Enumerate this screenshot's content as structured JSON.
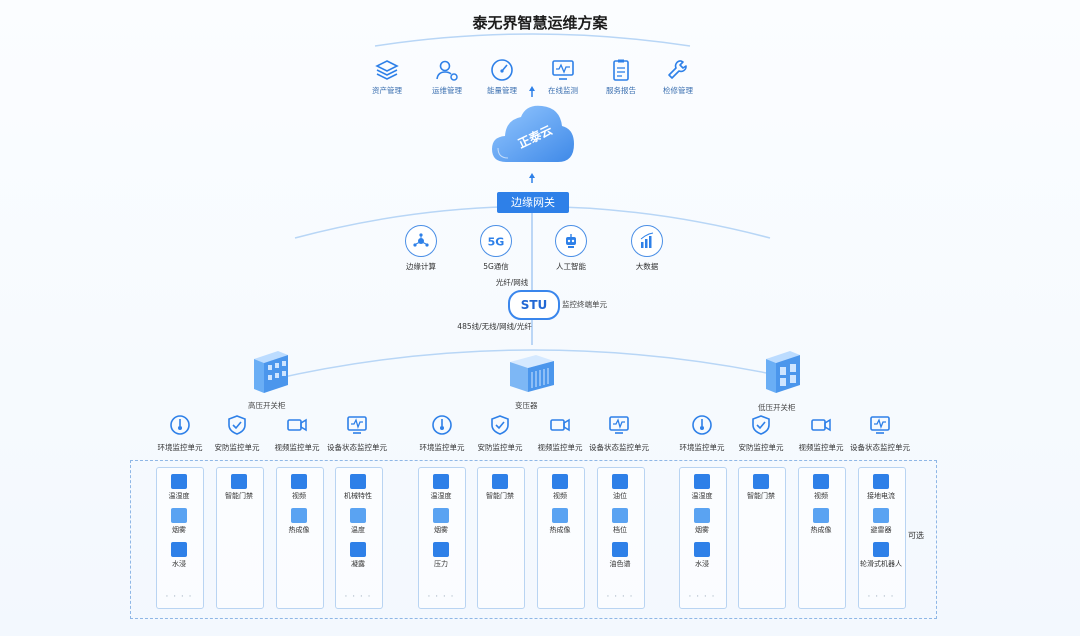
{
  "title": "泰无界智慧运维方案",
  "top_services": [
    {
      "label": "资产管理",
      "icon": "stack-icon"
    },
    {
      "label": "运维管理",
      "icon": "user-gear-icon"
    },
    {
      "label": "能量管理",
      "icon": "gauge-icon"
    },
    {
      "label": "在线监测",
      "icon": "monitor-wave-icon"
    },
    {
      "label": "服务报告",
      "icon": "clipboard-icon"
    },
    {
      "label": "检修管理",
      "icon": "wrench-icon"
    }
  ],
  "cloud_label": "正泰云",
  "gateway_label": "边缘网关",
  "mid_features": [
    {
      "label": "边缘计算",
      "icon": "edge-compute-icon"
    },
    {
      "label": "5G通信",
      "icon": "5g-icon"
    },
    {
      "label": "人工智能",
      "icon": "robot-icon"
    },
    {
      "label": "大数据",
      "icon": "chart-icon"
    }
  ],
  "fiber_label": "光纤/网线",
  "stu_label": "STU",
  "stu_desc": "监控终端单元",
  "bus_label": "485线/无线/网线/光纤",
  "cabinets": [
    {
      "label": "高压开关柜"
    },
    {
      "label": "变压器"
    },
    {
      "label": "低压开关柜"
    }
  ],
  "unit_labels": [
    "环境监控单元",
    "安防监控单元",
    "视频监控单元",
    "设备状态监控单元"
  ],
  "groups": [
    {
      "columns": [
        {
          "devices": [
            "温湿度",
            "烟雾",
            "水浸"
          ]
        },
        {
          "devices": [
            "智能门禁"
          ]
        },
        {
          "devices": [
            "视频",
            "热成像"
          ]
        },
        {
          "devices": [
            "机械特性",
            "温度",
            "凝露"
          ]
        }
      ]
    },
    {
      "columns": [
        {
          "devices": [
            "温湿度",
            "烟雾",
            "压力"
          ]
        },
        {
          "devices": [
            "智能门禁"
          ]
        },
        {
          "devices": [
            "视频",
            "热成像"
          ]
        },
        {
          "devices": [
            "油位",
            "档位",
            "油色谱"
          ]
        }
      ]
    },
    {
      "columns": [
        {
          "devices": [
            "温湿度",
            "烟雾",
            "水浸"
          ]
        },
        {
          "devices": [
            "智能门禁"
          ]
        },
        {
          "devices": [
            "视频",
            "热成像"
          ]
        },
        {
          "devices": [
            "接地电流",
            "避雷器",
            "轮滑式机器人"
          ]
        }
      ]
    }
  ],
  "more": "· · · ·",
  "optional_label": "可选",
  "colors": {
    "accent": "#2e80e8",
    "line": "#7fb2ee"
  }
}
